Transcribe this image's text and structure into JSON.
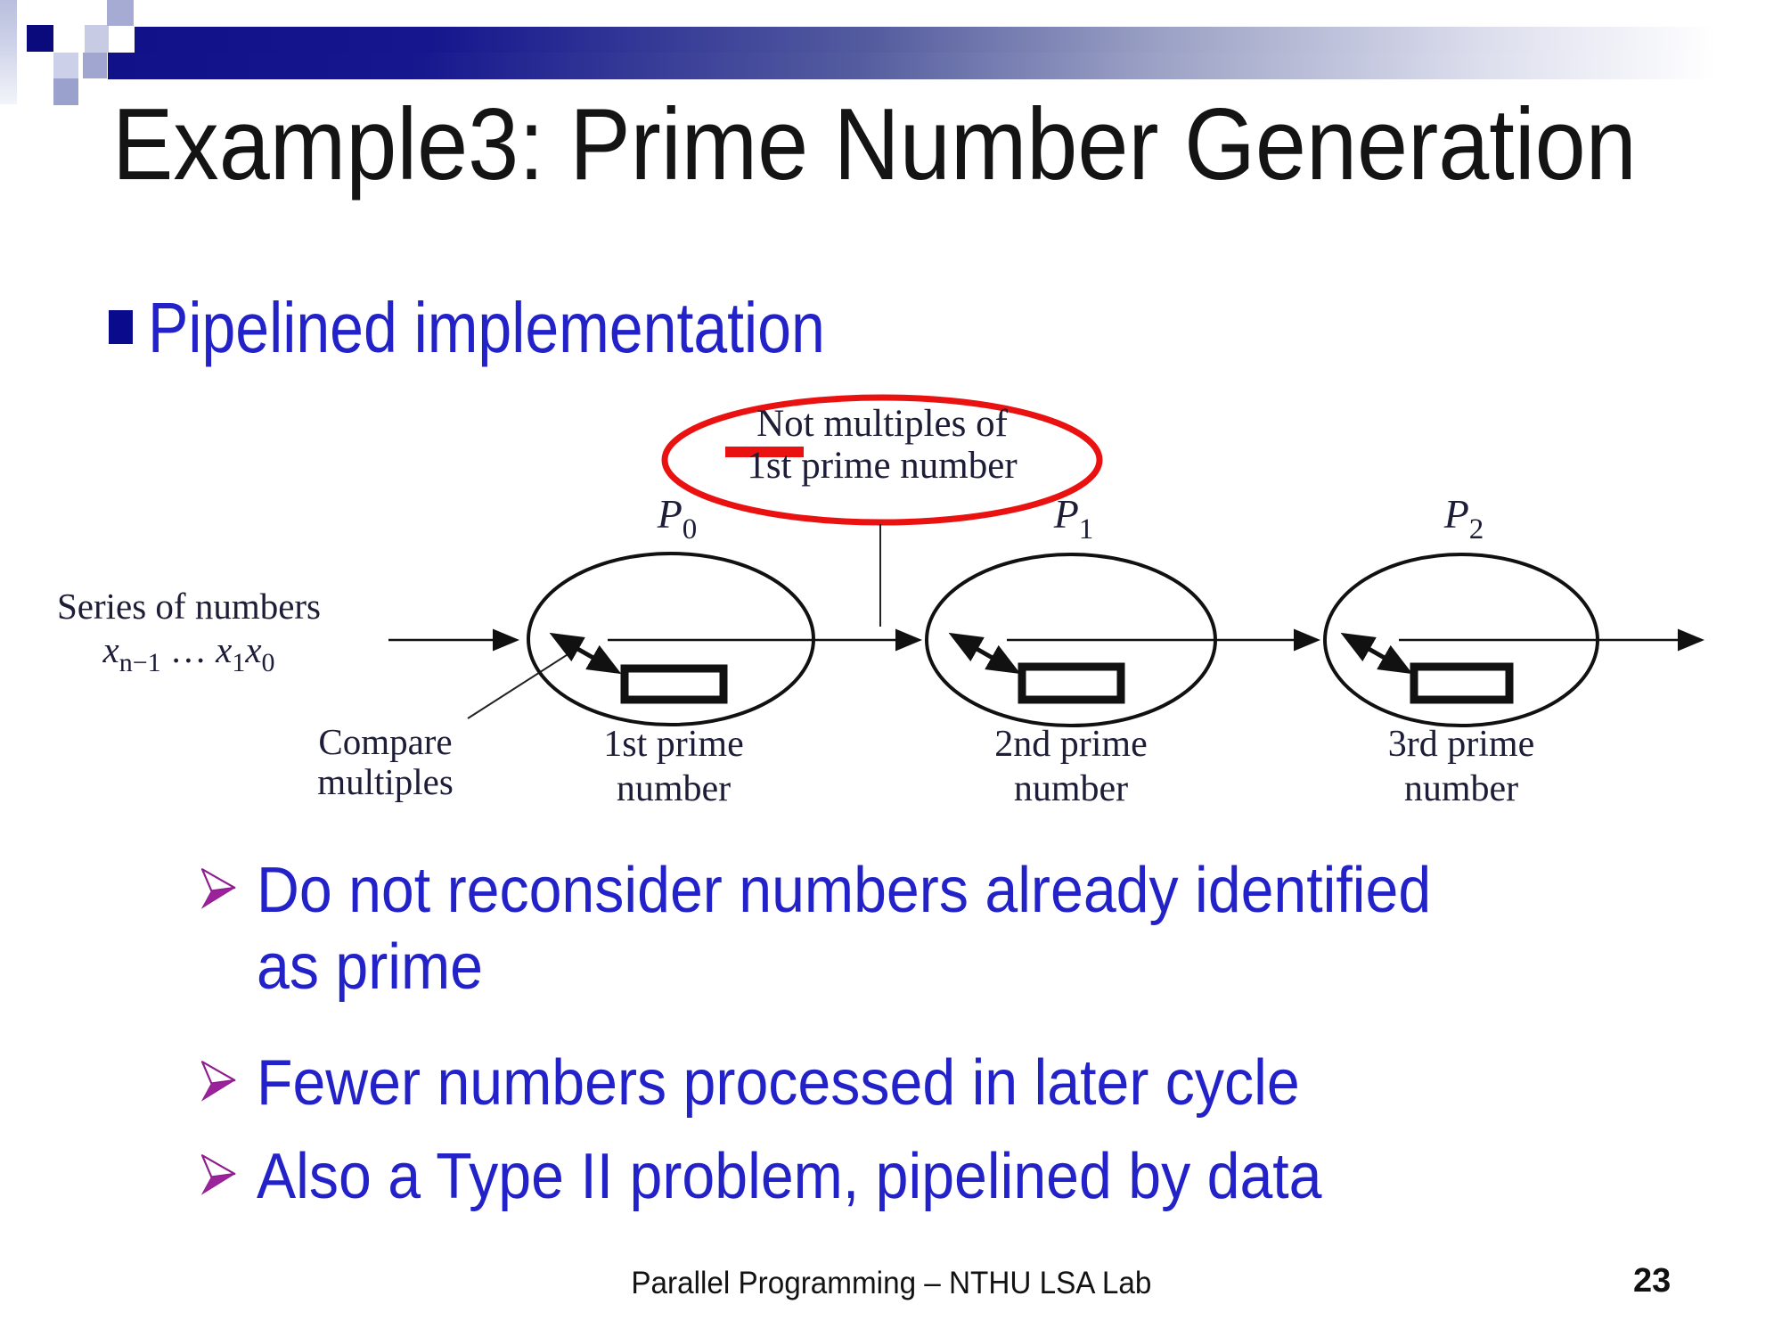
{
  "slide": {
    "title": "Example3: Prime Number Generation",
    "footer": "Parallel Programming – NTHU LSA Lab",
    "page_number": "23"
  },
  "bullet": {
    "label": "Pipelined implementation"
  },
  "sub_bullets": [
    {
      "lines": [
        "Do not reconsider numbers already identified",
        "as prime"
      ]
    },
    {
      "lines": [
        "Fewer numbers processed in later cycle"
      ]
    },
    {
      "lines": [
        "Also a Type II problem, pipelined by data"
      ]
    }
  ],
  "diagram": {
    "annotation": {
      "line1": "Not multiples of",
      "line2": "1st prime number"
    },
    "series_label": {
      "line1": "Series of numbers",
      "math": {
        "x1": "x",
        "sub1": "n−1",
        "dots": " … ",
        "x2": "x",
        "sub2": "1",
        "x3": "x",
        "sub3": "0"
      }
    },
    "compare_label": {
      "line1": "Compare",
      "line2": "multiples"
    },
    "stages": [
      {
        "label_base": "P",
        "label_sub": "0",
        "caption1": "1st prime",
        "caption2": "number"
      },
      {
        "label_base": "P",
        "label_sub": "1",
        "caption1": "2nd prime",
        "caption2": "number"
      },
      {
        "label_base": "P",
        "label_sub": "2",
        "caption1": "3rd prime",
        "caption2": "number"
      }
    ]
  },
  "colors": {
    "body_blue": "#2222c8",
    "marker_purple": "#9b229b",
    "decor_navy": "#0a0a80",
    "annotation_red": "#ea1111",
    "diagram_ink": "#1d1d38"
  }
}
